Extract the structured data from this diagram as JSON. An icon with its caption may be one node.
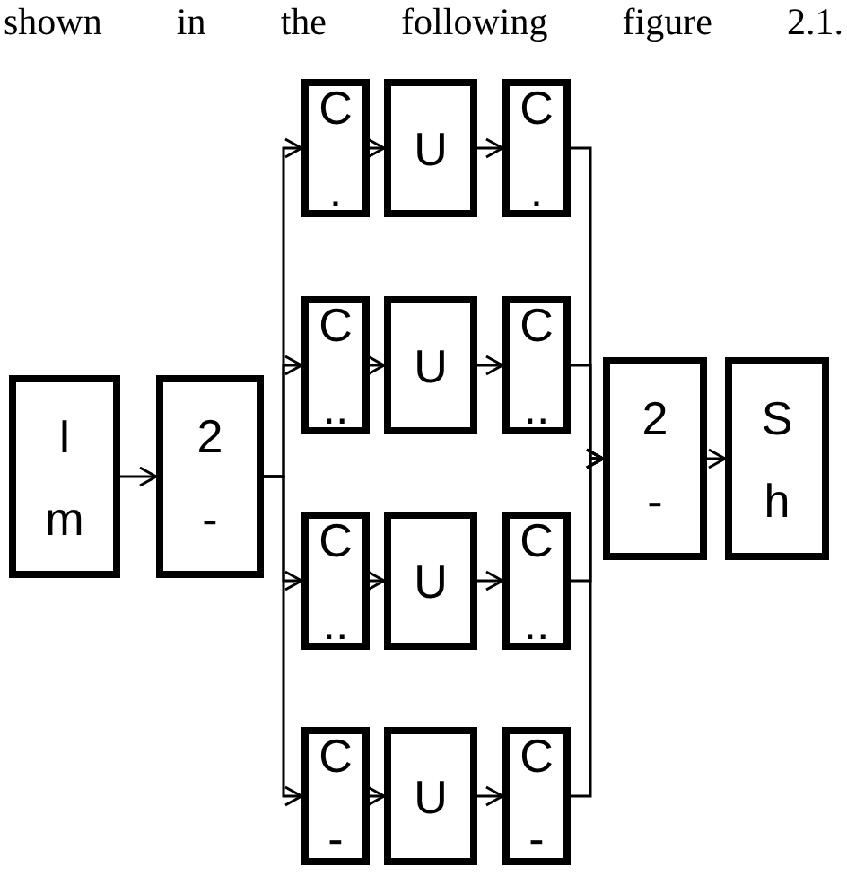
{
  "diagram": {
    "nodes": [
      {
        "text": [
          "I",
          "m"
        ]
      },
      {
        "text": [
          "2",
          "-"
        ]
      },
      {
        "text": [
          "C",
          "."
        ]
      },
      {
        "text": [
          "U"
        ]
      },
      {
        "text": [
          "C",
          "."
        ]
      },
      {
        "text": [
          "C",
          ".."
        ]
      },
      {
        "text": [
          "U"
        ]
      },
      {
        "text": [
          "C",
          ".."
        ]
      },
      {
        "text": [
          "C",
          ".."
        ]
      },
      {
        "text": [
          "U"
        ]
      },
      {
        "text": [
          "C",
          ".."
        ]
      },
      {
        "text": [
          "C",
          "-"
        ]
      },
      {
        "text": [
          "U"
        ]
      },
      {
        "text": [
          "C",
          "-"
        ]
      },
      {
        "text": [
          "2",
          "-"
        ]
      },
      {
        "text": [
          "S",
          "h"
        ]
      }
    ],
    "edges": [
      {
        "from": 0,
        "to": 1,
        "arrow": "to"
      },
      {
        "from": 1,
        "to": 2,
        "arrow": "to"
      },
      {
        "from": 1,
        "to": 5,
        "arrow": "to"
      },
      {
        "from": 1,
        "to": 8,
        "arrow": "to"
      },
      {
        "from": 1,
        "to": 11,
        "arrow": "to"
      },
      {
        "from": 2,
        "to": 3,
        "arrow": "to"
      },
      {
        "from": 3,
        "to": 4,
        "arrow": "to"
      },
      {
        "from": 5,
        "to": 6,
        "arrow": "to"
      },
      {
        "from": 6,
        "to": 7,
        "arrow": "to"
      },
      {
        "from": 8,
        "to": 9,
        "arrow": "to"
      },
      {
        "from": 9,
        "to": 10,
        "arrow": "to"
      },
      {
        "from": 11,
        "to": 12,
        "arrow": "to"
      },
      {
        "from": 12,
        "to": 13,
        "arrow": "to"
      },
      {
        "from": 4,
        "to": 14,
        "arrow": "to"
      },
      {
        "from": 7,
        "to": 14,
        "arrow": "to"
      },
      {
        "from": 10,
        "to": 14,
        "arrow": "to"
      },
      {
        "from": 13,
        "to": 14,
        "arrow": "to"
      },
      {
        "from": 14,
        "to": 15,
        "arrow": "to"
      }
    ],
    "labels": [
      "shown in the following figure 2.1."
    ]
  }
}
